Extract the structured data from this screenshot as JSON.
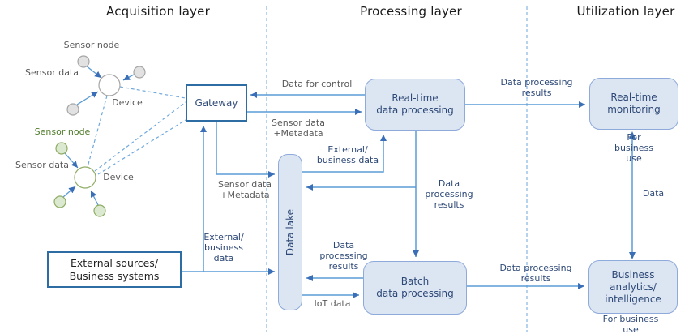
{
  "headers": {
    "acquisition": "Acquisition layer",
    "processing": "Processing layer",
    "utilization": "Utilization layer"
  },
  "nodes": {
    "gateway": "Gateway",
    "external_sources": "External sources/\nBusiness systems",
    "data_lake": "Data lake",
    "realtime_processing": "Real-time\ndata processing",
    "batch_processing": "Batch\ndata processing",
    "realtime_monitoring": "Real-time\nmonitoring",
    "business_analytics": "Business\nanalytics/\nintelligence"
  },
  "clusters": {
    "gray": {
      "sensor_node": "Sensor node",
      "sensor_data": "Sensor data",
      "device": "Device"
    },
    "green": {
      "sensor_node": "Sensor node",
      "sensor_data": "Sensor data",
      "device": "Device"
    }
  },
  "flows": {
    "data_for_control": "Data for control",
    "sensor_metadata_to_realtime": "Sensor data\n+Metadata",
    "sensor_metadata_to_lake": "Sensor data\n+Metadata",
    "external_business_from_sources": "External/\nbusiness\ndata",
    "external_business_to_realtime": "External/\nbusiness data",
    "processing_results_from_realtime": "Data\nprocessing\nresults",
    "processing_results_batch_to_lake": "Data\nprocessing\nresults",
    "iot_data": "IoT data",
    "processing_results_to_monitoring": "Data processing\nresults",
    "processing_results_to_analytics": "Data processing\nresults",
    "data_between_utilization": "Data",
    "for_business_use_top": "For business use",
    "for_business_use_bottom": "For business use"
  },
  "colors": {
    "arrow_line": "#5b9bd5",
    "arrow_head": "#3a6fb7",
    "box_fill": "#dce5f2",
    "box_border": "#8eaadb",
    "strong_border": "#2e6da4",
    "navy_text": "#2e4977",
    "gray_text": "#595959",
    "green_text": "#4e7a28",
    "dashed_line": "#6fa8dc",
    "gray_node_fill": "#e2e2e2",
    "gray_node_border": "#a6a6a6",
    "green_node_fill": "#dce9d1",
    "green_node_border": "#8fac64"
  }
}
